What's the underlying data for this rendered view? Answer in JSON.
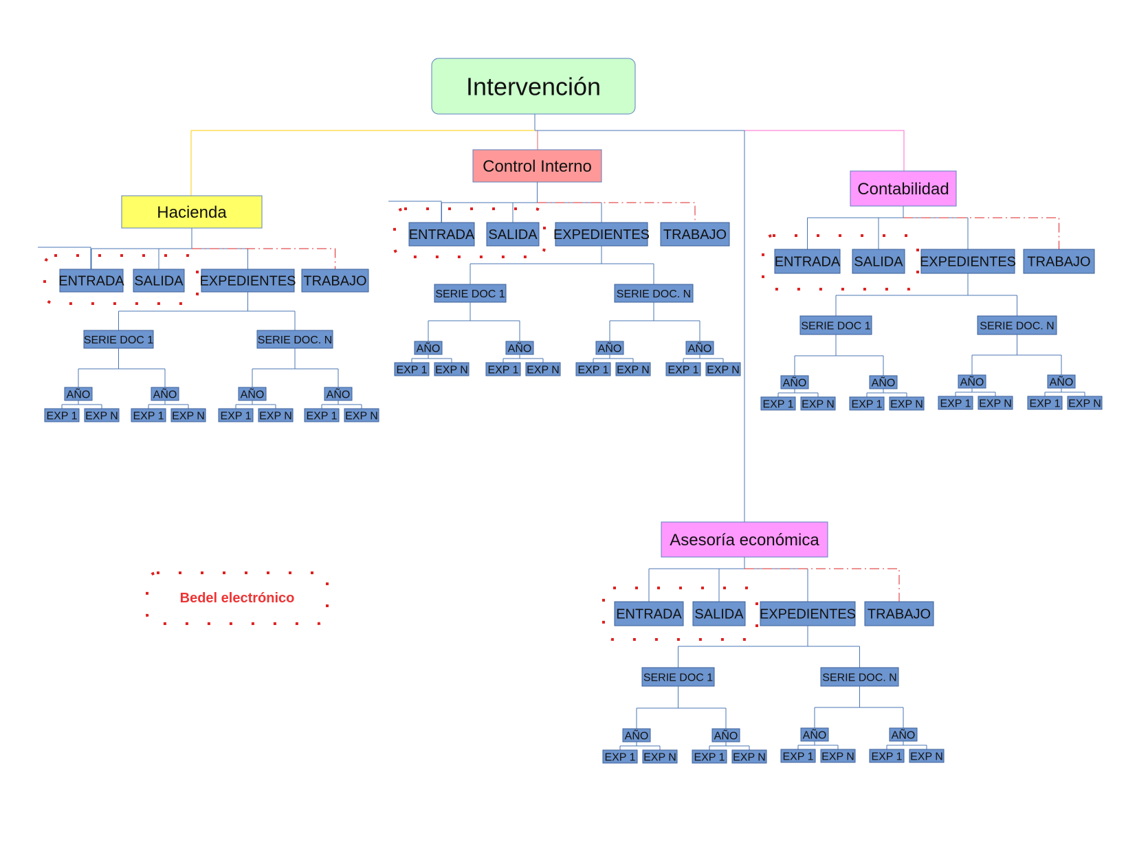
{
  "root": {
    "label": "Intervención",
    "color": "#ccffcc"
  },
  "departments": [
    {
      "key": "hacienda",
      "label": "Hacienda",
      "color": "#ffff66",
      "link_color": "#ffcc00",
      "children": [
        "ENTRADA",
        "SALIDA",
        "EXPEDIENTES",
        "TRABAJO"
      ],
      "series": [
        "SERIE DOC 1",
        "SERIE DOC. N"
      ],
      "year_label": "AÑO",
      "exp_labels": [
        "EXP 1",
        "EXP N"
      ]
    },
    {
      "key": "control-interno",
      "label": "Control Interno",
      "color": "#ff9999",
      "link_color": "#e06666",
      "children": [
        "ENTRADA",
        "SALIDA",
        "EXPEDIENTES",
        "TRABAJO"
      ],
      "series": [
        "SERIE DOC 1",
        "SERIE DOC. N"
      ],
      "year_label": "AÑO",
      "exp_labels": [
        "EXP 1",
        "EXP N"
      ]
    },
    {
      "key": "contabilidad",
      "label": "Contabilidad",
      "color": "#ff99ff",
      "link_color": "#ff66cc",
      "children": [
        "ENTRADA",
        "SALIDA",
        "EXPEDIENTES",
        "TRABAJO"
      ],
      "series": [
        "SERIE DOC 1",
        "SERIE DOC. N"
      ],
      "year_label": "AÑO",
      "exp_labels": [
        "EXP 1",
        "EXP N"
      ]
    },
    {
      "key": "asesoria-economica",
      "label": "Asesoría económica",
      "color": "#ff99ff",
      "link_color": "#4a74b3",
      "children": [
        "ENTRADA",
        "SALIDA",
        "EXPEDIENTES",
        "TRABAJO"
      ],
      "series": [
        "SERIE DOC 1",
        "SERIE DOC. N"
      ],
      "year_label": "AÑO",
      "exp_labels": [
        "EXP 1",
        "EXP N"
      ]
    }
  ],
  "legend": {
    "label": "Bedel electrónico",
    "color": "#ee3333"
  },
  "colors": {
    "node_fill": "#6d95cf",
    "node_stroke": "#3b5f99",
    "line": "#4a74b3",
    "dash": "#dd2222",
    "text": "#111111"
  }
}
